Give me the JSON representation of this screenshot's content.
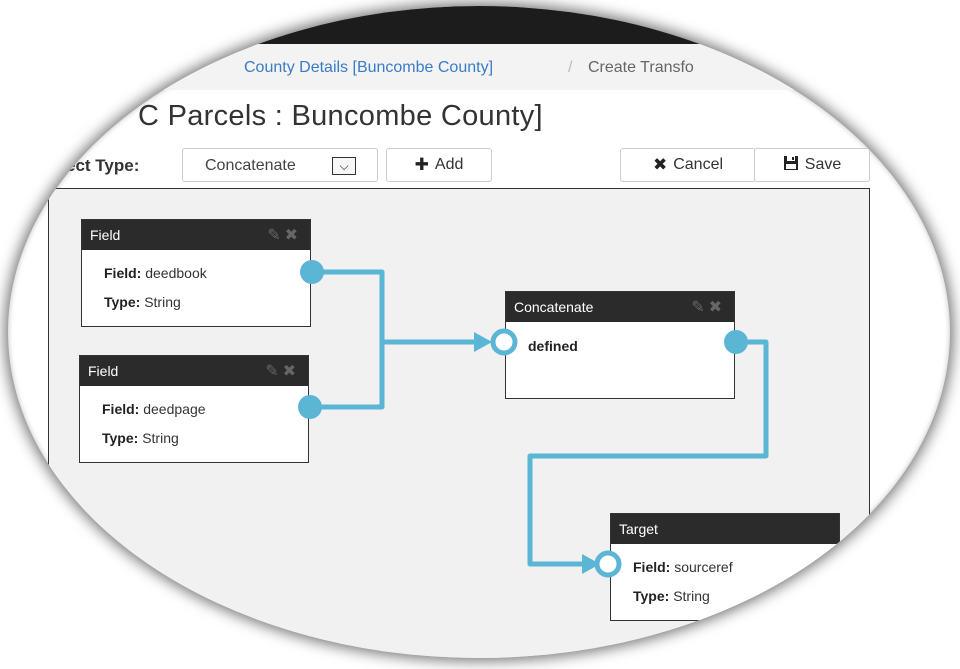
{
  "breadcrumb": {
    "link": "County Details [Buncombe County]",
    "separator": "/",
    "current": "Create Transfo"
  },
  "page": {
    "title": "C Parcels : Buncombe County]"
  },
  "toolbar": {
    "select_label": "ect Type:",
    "select_value": "Concatenate",
    "add_label": "Add",
    "cancel_label": "Cancel",
    "save_label": "Save"
  },
  "nodes": {
    "field1": {
      "title": "Field",
      "field_label": "Field:",
      "field_value": "deedbook",
      "type_label": "Type:",
      "type_value": "String"
    },
    "field2": {
      "title": "Field",
      "field_label": "Field:",
      "field_value": "deedpage",
      "type_label": "Type:",
      "type_value": "String"
    },
    "concat": {
      "title": "Concatenate",
      "port_label": "defined"
    },
    "target": {
      "title": "Target",
      "field_label": "Field:",
      "field_value": "sourceref",
      "type_label": "Type:",
      "type_value": "String"
    }
  },
  "colors": {
    "wire": "#5bb5d5",
    "header": "#2b2b2b",
    "link": "#3a7cc4"
  },
  "icons": [
    "plus-icon",
    "close-icon",
    "save-icon",
    "pencil-icon",
    "remove-icon",
    "chevron-down-icon"
  ]
}
